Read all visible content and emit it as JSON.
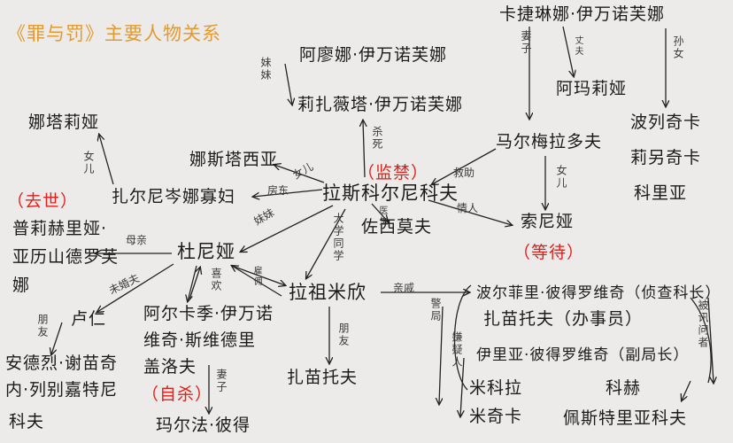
{
  "title": "《罪与罚》主要人物关系",
  "nodes": {
    "katerina": "卡捷琳娜·伊万诺芙娜",
    "alyona": "阿廖娜·伊万诺芙娜",
    "lizaveta": "莉扎薇塔·伊万诺芙娜",
    "amalia": "阿玛莉娅",
    "polya": "波列奇卡",
    "lida": "莉另奇卡",
    "kolya": "科里亚",
    "natalia": "娜塔莉娅",
    "nastasia": "娜斯塔西亚",
    "raskolnikov": "拉斯科尔尼科夫",
    "marmeladov": "马尔梅拉多夫",
    "zosimov": "佐西莫夫",
    "sonya": "索尼娅",
    "zarnitsyna": "扎尔尼岑娜寡妇",
    "pulcheria_1": "普莉赫里娅·",
    "pulcheria_2": "亚历山德罗芙",
    "pulcheria_3": "娜",
    "dunya": "杜尼娅",
    "razumikhin": "拉祖米欣",
    "luzhin": "卢仁",
    "andrey_1": "安德烈·谢苗奇",
    "andrey_2": "内·列别嘉特尼",
    "andrey_3": "科夫",
    "arkady_1": "阿尔卡季·伊万诺",
    "arkady_2": "维奇·斯维德里",
    "arkady_3": "盖洛夫",
    "marfa": "玛尔法·彼得",
    "zametov": "扎苗托夫",
    "porfiry": "波尔菲里·彼得罗维奇（侦查科长）",
    "zamyotov2": "扎苗托夫（办事员）",
    "ilya": "伊里亚·彼得罗维奇（副局长）",
    "mikola": "米科拉",
    "mitka": "米奇卡",
    "koch": "科赫",
    "pestryakov": "佩斯特里亚科夫"
  },
  "tags": {
    "dead": "（去世）",
    "prison": "（监禁）",
    "wait": "（等待）",
    "suicide": "（自杀）"
  },
  "edge_labels": {
    "sister": "妹妹",
    "wife": "妻子",
    "husband": "丈夫",
    "granddaughter": "孙女",
    "murder": "杀死",
    "daughter1": "女儿",
    "daughter2": "女儿",
    "daughter3": "女儿",
    "landlady": "房东",
    "rescue": "救助",
    "lover": "情人",
    "sister2": "妹妹",
    "classmate": "大学同学",
    "doctor": "医生",
    "mother": "母亲",
    "fiance": "未婚夫",
    "like": "喜欢",
    "employer": "雇佣",
    "friend1": "朋友",
    "wife2": "妻子",
    "friend2": "朋友",
    "relative": "亲戚",
    "police": "警局",
    "painter": "嫌疑人",
    "interrogated": "被讯问者"
  }
}
